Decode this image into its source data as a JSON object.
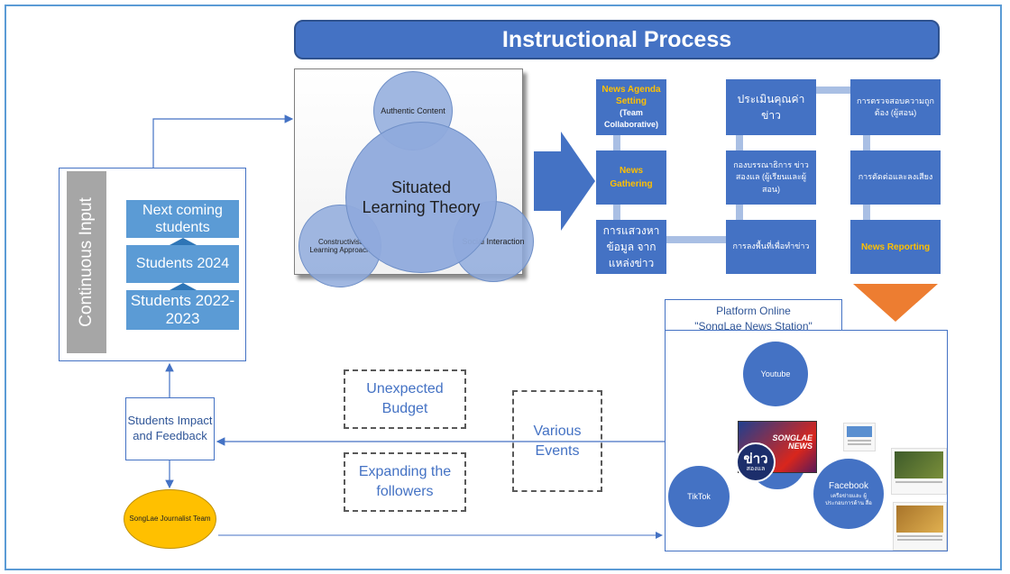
{
  "title": "Instructional Process",
  "theory": {
    "center": "Situated Learning Theory",
    "top": "Authentic Content",
    "left": "Constructivist Learning Approach",
    "right": "Social Interaction"
  },
  "flow": {
    "n1_line1": "News Agenda Setting",
    "n1_line2": "(Team Collaborative)",
    "n2": "News Gathering",
    "n3": "การแสวงหาข้อมูล จากแหล่งข่าว",
    "n4": "ประเมินคุณค่าข่าว",
    "n5": "กองบรรณาธิการ ข่าวสองแล (ผู้เรียนและผู้สอน)",
    "n6": "การลงพื้นที่เพื่อทำข่าว",
    "n7": "การตรวจสอบความถูกต้อง (ผู้สอน)",
    "n8": "การตัดต่อและลงเสียง",
    "n9": "News Reporting"
  },
  "continuous_input": {
    "label": "Continuous Input",
    "items": [
      "Next coming students",
      "Students 2024",
      "Students 2022-2023"
    ]
  },
  "feedback": "Students Impact and Feedback",
  "team": "SongLae Journalist Team",
  "dashed": {
    "unexpected": "Unexpected Budget",
    "expanding": "Expanding the followers",
    "events": "Various Events"
  },
  "platform": {
    "title_line1": "Platform Online",
    "title_line2": "\"SongLae News Station\"",
    "youtube": "Youtube",
    "tiktok": "TikTok",
    "facebook_line1": "Facebook",
    "facebook_line2": "เครือข่ายและ ผู้ประกอบการด้าน สื่อ",
    "logo_big": "ข่าว",
    "logo_small": "สองแล",
    "logo_news": "SONGLAE NEWS"
  },
  "colors": {
    "primary": "#4472c4",
    "accent_yellow": "#ffc000",
    "arrow_orange": "#ed7d31",
    "student_box": "#5b9bd5"
  }
}
